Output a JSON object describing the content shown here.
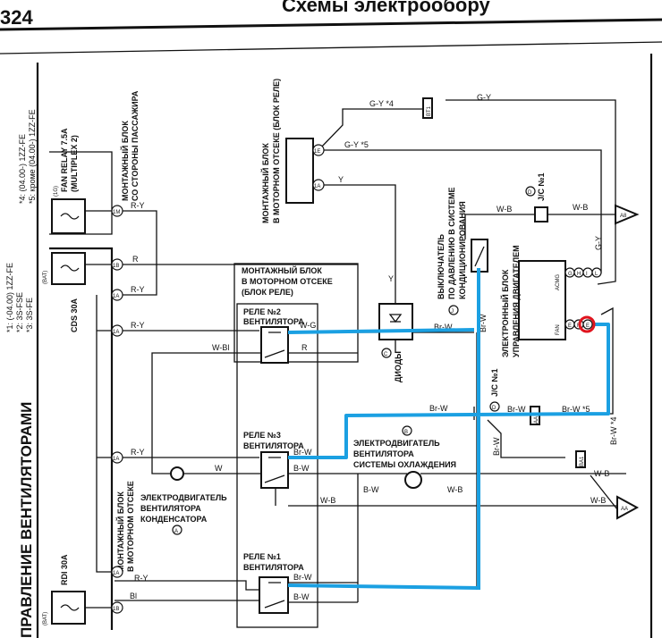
{
  "header": {
    "page_number": "324",
    "title": "Схемы электрообору"
  },
  "side_title": "ПРАВЛЕНИЕ ВЕНТИЛЯТОРАМИ",
  "notes": [
    "*1: (-04.00) 1ZZ-FE",
    "*2: 3S-FSE",
    "*3: 3S-FE",
    "*4: (04.00-) 1ZZ-FE",
    "*5: кроме (04.00-) 1ZZ-FE"
  ],
  "fuses": {
    "fan_relay": "FAN RELAY 7.5A",
    "fan_relay_sub": "(MULTIPLEX 2)",
    "fan_relay_code": "(1G)",
    "cds": "CDS 30A",
    "rdi": "RDI 30A",
    "bat": "(BAT)"
  },
  "blocks": {
    "passenger_1": "МОНТАЖНЫЙ БЛОК",
    "passenger_2": "СО СТОРОНЫ ПАССАЖИРА",
    "relay_block_1": "МОНТАЖНЫЙ БЛОК",
    "relay_block_2": "В МОТОРНОМ ОТСЕКЕ",
    "relay_block_3": "(БЛОК РЕЛЕ)",
    "top_block_1": "МОНТАЖНЫЙ БЛОК",
    "top_block_2": "В МОТОРНОМ ОТСЕКЕ (БЛОК РЕЛЕ)",
    "engine_block_1": "МОНТАЖНЫЙ БЛОК",
    "engine_block_2": "В МОТОРНОМ ОТСЕКЕ"
  },
  "relays": {
    "r2": "РЕЛЕ №2",
    "r3": "РЕЛЕ №3",
    "r1": "РЕЛЕ №1",
    "sub": "ВЕНТИЛЯТОРА"
  },
  "motors": {
    "a1": "ЭЛЕКТРОДВИГАТЕЛЬ",
    "a2": "ВЕНТИЛЯТОРА",
    "a3": "КОНДЕНСАТОРА",
    "a_mark": "A",
    "b1": "ЭЛЕКТРОДВИГАТЕЛЬ",
    "b2": "ВЕНТИЛЯТОРА",
    "b3": "СИСТЕМЫ ОХЛАЖДЕНИЯ",
    "b_mark": "B"
  },
  "switch": {
    "l1": "ВЫКЛЮЧАТЕЛЬ",
    "l2": "ПО ДАВЛЕНИЮ В СИСТЕМЕ",
    "l3": "КОНДИЦИОНИРОВАНИЯ",
    "mark": "J"
  },
  "ecu": {
    "l1": "ЭЛЕКТРОННЫЙ БЛОК",
    "l2": "УПРАВЛЕНИЯ ДВИГАТЕЛЕМ",
    "acmg": "ACMG",
    "fan": "FAN",
    "pins_top": [
      "G",
      "H",
      "I",
      "L"
    ],
    "pins_bot": [
      "E",
      "F",
      "E",
      "K"
    ]
  },
  "diodes": {
    "label": "ДИОДЫ",
    "mark": "C"
  },
  "jc": {
    "label": "J/C №1",
    "mark": "D"
  },
  "connectors": {
    "c1m": "1M",
    "c1b": "1B",
    "c1a": "1A",
    "c1e": "1E",
    "bt1": "BT1",
    "a8": "A8",
    "aa": "AA",
    "ba1": "BA1",
    "aa1": "AA1"
  },
  "wires": {
    "ry": "R-Y",
    "r": "R",
    "wbl": "W-Bl",
    "wg": "W-G",
    "w": "W",
    "brw": "Br-W",
    "bw": "B-W",
    "wb": "W-B",
    "bl": "Bl",
    "gy4": "G-Y *4",
    "gy": "G-Y",
    "gy5": "G-Y *5",
    "y": "Y",
    "brw5": "Br-W *5",
    "brw4": "Br-W *4"
  },
  "colors": {
    "annotation_line": "#1ba0e2",
    "highlight_circle": "#e0141e"
  }
}
